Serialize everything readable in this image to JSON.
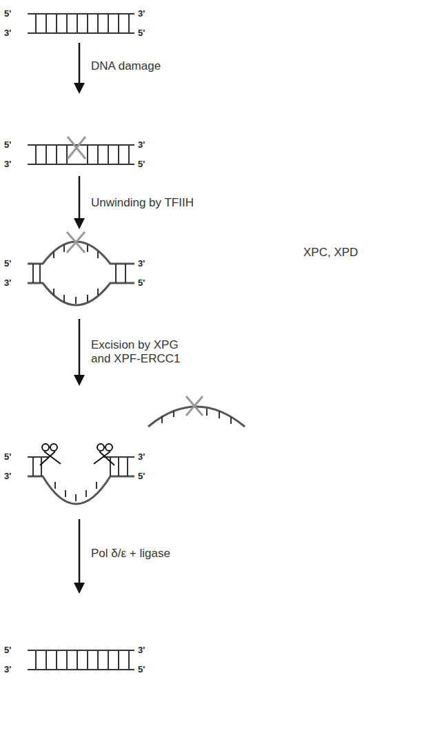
{
  "diagram": {
    "labels": [
      "5'",
      "3'",
      "3'",
      "5'",
      "DNA damage",
      "5'",
      "3'",
      "3'",
      "5'",
      "Unwinding by TFIIH",
      "XPC, XPD",
      "5'",
      "3'",
      "3'",
      "5'",
      "Excision by XPG and XPF-ERCC1",
      "5'",
      "3'",
      "3'",
      "5'",
      "Pol δ/ε + ligase",
      "5'",
      "3'",
      "3'",
      "5'"
    ]
  }
}
